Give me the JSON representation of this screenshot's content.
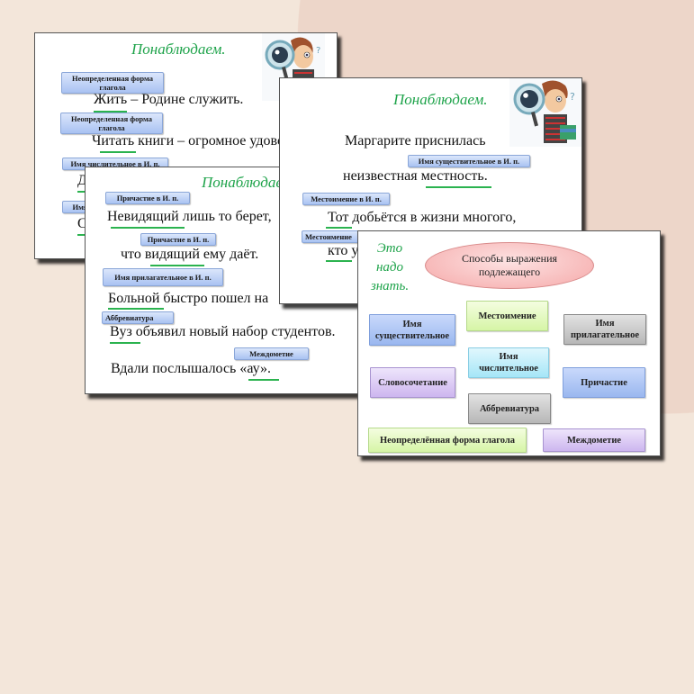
{
  "colors": {
    "background": "#f3e6da",
    "background_circle": "#edd6c9",
    "title_green": "#1ea34a",
    "underline_green": "#2bb34f"
  },
  "slide1": {
    "title": "Понаблюдаем.",
    "mascot_icon": "detective-boy-magnifier-icon",
    "rows": [
      {
        "tag": "Неопределенная форма глагола",
        "text_ul": "Жить",
        "text_rest": " – Родине служить."
      },
      {
        "tag": "Неопределенная форма глагола",
        "text_ul": "Читать",
        "text_rest": " книги – огромное удовол"
      },
      {
        "tag": "Имя числительное в И. п.",
        "text_ul": "Д",
        "text_rest": ""
      },
      {
        "tag": "Имя",
        "text_ul": "С",
        "text_rest": ""
      }
    ]
  },
  "slide2": {
    "title": "Понаблюдае",
    "rows": [
      {
        "tag": "Причастие в И. п.",
        "text_ul": "Невидящий",
        "text_rest": " лишь то берет,"
      },
      {
        "tag": "Причастие в И. п.",
        "text_pre": "что ",
        "text_ul": "видящий",
        "text_rest": " ему даёт."
      },
      {
        "tag": "Имя прилагательное в И. п.",
        "text_ul": "Больной",
        "text_rest": " быстро пошел на"
      },
      {
        "tag": "Аббревиатура",
        "text_ul": "Вуз",
        "text_rest": " объявил новый набор студентов."
      },
      {
        "tag": "Междометие",
        "text_pre": "Вдали послышалось ",
        "text_ul": "«ау»",
        "text_rest": "."
      }
    ]
  },
  "slide3": {
    "title": "Понаблюдаем.",
    "mascot_icon": "detective-boy-magnifier-icon",
    "line1": "Маргарите приснилась",
    "rows": [
      {
        "tag": "Имя существительное в И. п.",
        "text_pre": "неизвестная ",
        "text_ul": "местность",
        "text_rest": "."
      },
      {
        "tag": "Местоимение в И. п.",
        "text_ul": "Тот",
        "text_rest": " добьётся в жизни многого,"
      },
      {
        "tag": "Местоимение",
        "text_ul": "кто",
        "text_rest": " у"
      }
    ]
  },
  "slide4": {
    "side_note": [
      "Это",
      "надо",
      "знать."
    ],
    "center": "Способы выражения подлежащего",
    "boxes": [
      {
        "label": "Имя существительное",
        "color": "blue"
      },
      {
        "label": "Местоимение",
        "color": "green"
      },
      {
        "label": "Имя прилагательное",
        "color": "gray"
      },
      {
        "label": "Имя числительное",
        "color": "cyan"
      },
      {
        "label": "Словосочетание",
        "color": "purple"
      },
      {
        "label": "Причастие",
        "color": "blue"
      },
      {
        "label": "Аббревиатура",
        "color": "gray"
      },
      {
        "label": "Неопределённая форма глагола",
        "color": "green"
      },
      {
        "label": "Междометие",
        "color": "purple"
      }
    ]
  }
}
